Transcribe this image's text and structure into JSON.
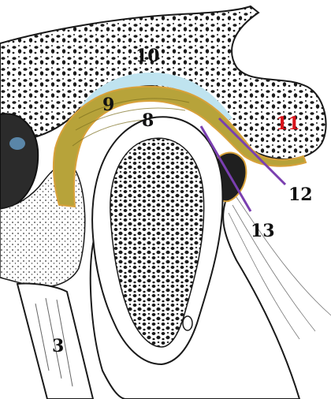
{
  "labels": {
    "l3": "3",
    "l8": "8",
    "l9": "9",
    "l10": "10",
    "l11": "11",
    "l12": "12",
    "l13": "13"
  },
  "colors": {
    "label_default": "#111111",
    "label_highlight": "#d9141b",
    "leader_line": "#7a3fb0",
    "articular_disc": "#b7a33a",
    "synovial_cavity": "#bfe3ef",
    "capsule_outline": "#d8a13a",
    "bone_outline": "#1a1a1a"
  }
}
